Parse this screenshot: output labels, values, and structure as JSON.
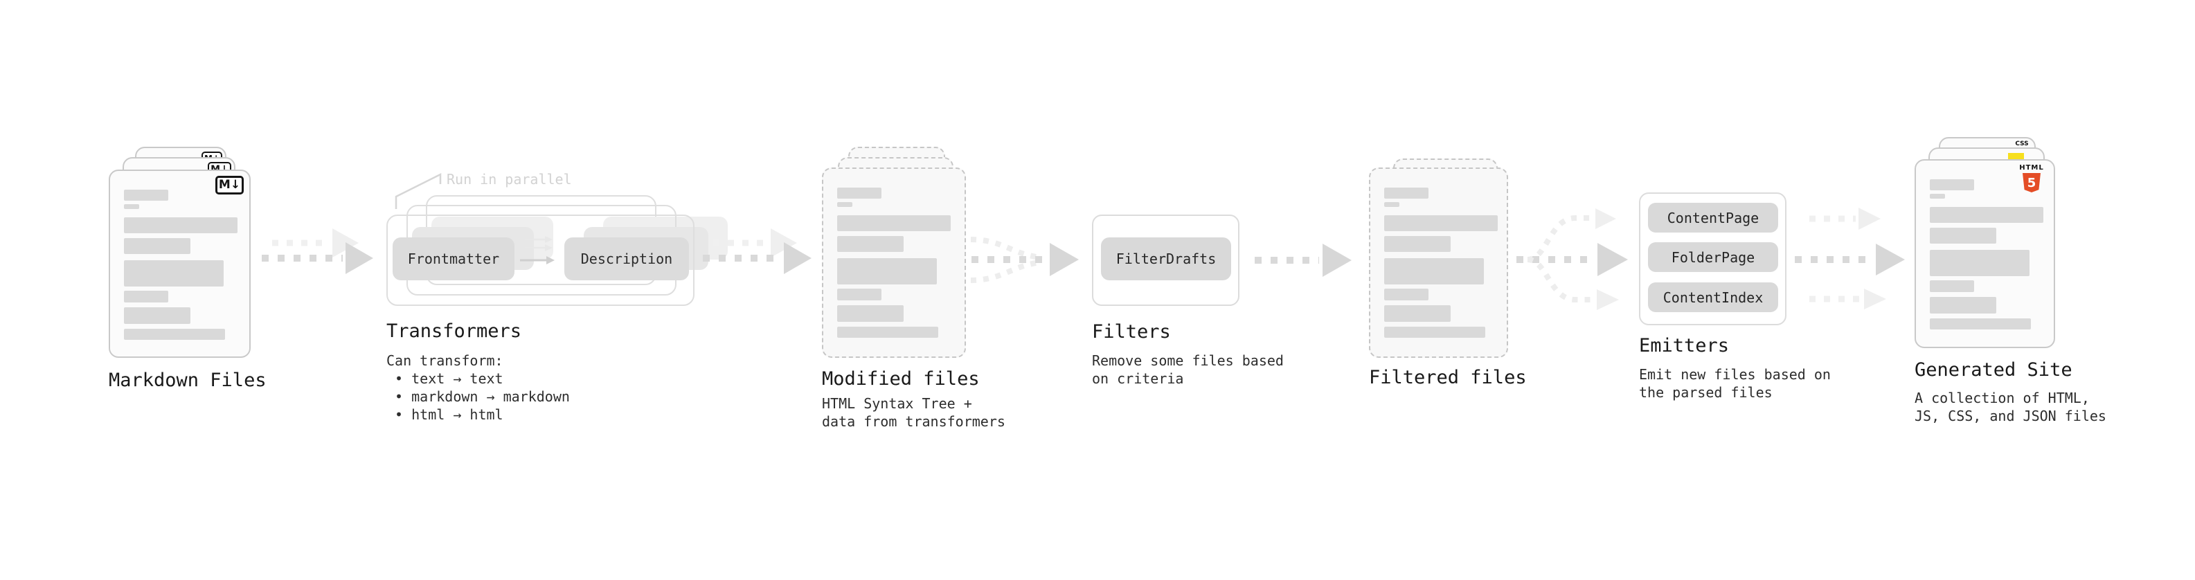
{
  "diagram": {
    "stages": [
      {
        "label": "Markdown Files"
      },
      {
        "label": "Transformers",
        "annotation": "Run in parallel",
        "desc": "Can transform:\n • text → text\n • markdown → markdown\n • html → html",
        "boxes": [
          "Frontmatter",
          "Description"
        ]
      },
      {
        "label": "Modified files",
        "desc": "HTML Syntax Tree +\ndata from transformers"
      },
      {
        "label": "Filters",
        "desc": "Remove some files based\non criteria",
        "boxes": [
          "FilterDrafts"
        ]
      },
      {
        "label": "Filtered files"
      },
      {
        "label": "Emitters",
        "desc": "Emit new files based on\nthe parsed files",
        "boxes": [
          "ContentPage",
          "FolderPage",
          "ContentIndex"
        ]
      },
      {
        "label": "Generated Site",
        "desc": "A collection of HTML,\nJS, CSS, and JSON files"
      }
    ],
    "badges": {
      "markdown": "M↓",
      "html5_label": "HTML",
      "html5_digit": "5",
      "css_label": "CSS"
    },
    "colors": {
      "html5_orange": "#e44d26",
      "js_yellow": "#f7df1e",
      "css_blue": "#1572b6",
      "placeholder_gray": "#d9d9d9"
    }
  }
}
